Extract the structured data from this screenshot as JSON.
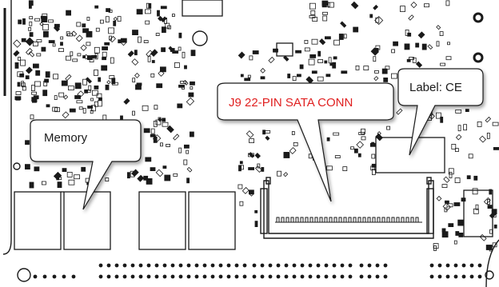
{
  "callouts": {
    "memory": "Memory",
    "sata": "J9 22-PIN SATA CONN",
    "label_ce": "Label: CE"
  },
  "colors": {
    "outline": "#1a1a1a",
    "sata_text": "#e02020",
    "callout_text": "#1a1a1a",
    "background": "#ffffff"
  }
}
